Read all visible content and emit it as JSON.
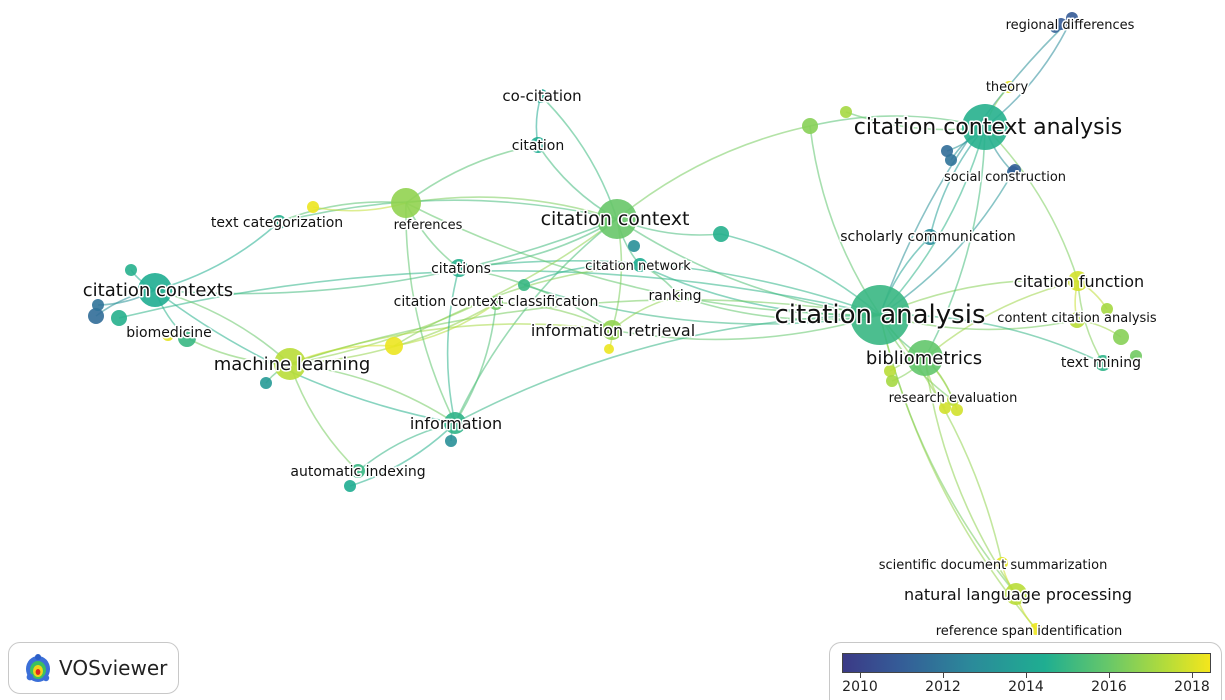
{
  "app_name": "VOSviewer",
  "colors": {
    "overlay_scale": [
      "#3b3a86",
      "#355b97",
      "#2b8a9a",
      "#1fae91",
      "#66c76a",
      "#b4dc3a",
      "#f4e61c"
    ],
    "edge_opacity": 0.55
  },
  "legend": {
    "ticks": [
      "2010",
      "2012",
      "2014",
      "2016",
      "2018"
    ]
  },
  "nodes": [
    {
      "id": "citation-analysis",
      "label": "citation analysis",
      "year": 2014.6
    },
    {
      "id": "citation-context-analysis",
      "label": "citation context analysis",
      "year": 2014.2
    },
    {
      "id": "citation-context",
      "label": "citation context",
      "year": 2015.6
    },
    {
      "id": "citation-contexts",
      "label": "citation contexts",
      "year": 2014.0
    },
    {
      "id": "machine-learning",
      "label": "machine learning",
      "year": 2017.2
    },
    {
      "id": "bibliometrics",
      "label": "bibliometrics",
      "year": 2015.5
    },
    {
      "id": "information-retrieval",
      "label": "information retrieval",
      "year": 2016.4
    },
    {
      "id": "information",
      "label": "information",
      "year": 2014.4
    },
    {
      "id": "citation-function",
      "label": "citation function",
      "year": 2017.8
    },
    {
      "id": "natural-language-processing",
      "label": "natural language processing",
      "year": 2017.2
    },
    {
      "id": "co-citation",
      "label": "co-citation",
      "year": 2013.8
    },
    {
      "id": "citation",
      "label": "citation",
      "year": 2014.0
    },
    {
      "id": "text-categorization",
      "label": "text categorization",
      "year": 2014.2
    },
    {
      "id": "references",
      "label": "references",
      "year": 2016.4
    },
    {
      "id": "citations",
      "label": "citations",
      "year": 2014.2
    },
    {
      "id": "citation-network",
      "label": "citation network",
      "year": 2014.0
    },
    {
      "id": "citation-context-classification",
      "label": "citation context classification",
      "year": 2015.8
    },
    {
      "id": "ranking",
      "label": "ranking",
      "year": 2016.4
    },
    {
      "id": "biomedicine",
      "label": "biomedicine",
      "year": 2014.6
    },
    {
      "id": "automatic-indexing",
      "label": "automatic indexing",
      "year": 2014.6
    },
    {
      "id": "scholarly-communication",
      "label": "scholarly communication",
      "year": 2012.6
    },
    {
      "id": "social-construction",
      "label": "social construction",
      "year": 2011.4
    },
    {
      "id": "regional-differences",
      "label": "regional differences",
      "year": 2011.0
    },
    {
      "id": "theory",
      "label": "theory",
      "year": 2018.2
    },
    {
      "id": "content-citation-analysis",
      "label": "content citation analysis",
      "year": 2017.2
    },
    {
      "id": "text-mining",
      "label": "text mining",
      "year": 2014.4
    },
    {
      "id": "research-evaluation",
      "label": "research evaluation",
      "year": 2017.2
    },
    {
      "id": "scientific-document-summarization",
      "label": "scientific document summarization",
      "year": 2018.2
    },
    {
      "id": "reference-span-identification",
      "label": "reference span identification",
      "year": 2018.4
    },
    {
      "id": "n-cc-a",
      "label": "",
      "year": 2016.2
    },
    {
      "id": "n-cc-b",
      "label": "",
      "year": 2016.8
    },
    {
      "id": "n-tc-yellow",
      "label": "",
      "year": 2018.4
    },
    {
      "id": "n-cctx-teal",
      "label": "",
      "year": 2014.2
    },
    {
      "id": "n-cctx-blue",
      "label": "",
      "year": 2012.8
    },
    {
      "id": "n-cn-b",
      "label": "",
      "year": 2014.6
    },
    {
      "id": "n-ctc-a",
      "label": "",
      "year": 2014.2
    },
    {
      "id": "n-ctc-b",
      "label": "",
      "year": 2011.6
    },
    {
      "id": "n-ctc-c",
      "label": "",
      "year": 2011.8
    },
    {
      "id": "n-ml-yellow",
      "label": "",
      "year": 2018.4
    },
    {
      "id": "n-ml-blue",
      "label": "",
      "year": 2013.2
    },
    {
      "id": "n-ir-yellow",
      "label": "",
      "year": 2018.4
    },
    {
      "id": "n-inf-blue",
      "label": "",
      "year": 2012.8
    },
    {
      "id": "n-ai-b",
      "label": "",
      "year": 2014.0
    },
    {
      "id": "n-cca-a",
      "label": "",
      "year": 2011.6
    },
    {
      "id": "n-cca-b",
      "label": "",
      "year": 2011.8
    },
    {
      "id": "n-sc-a",
      "label": "",
      "year": 2011.2
    },
    {
      "id": "n-rd-a",
      "label": "",
      "year": 2011.0
    },
    {
      "id": "n-rd-b",
      "label": "",
      "year": 2011.2
    },
    {
      "id": "n-re-a",
      "label": "",
      "year": 2017.8
    },
    {
      "id": "n-re-b",
      "label": "",
      "year": 2017.8
    },
    {
      "id": "n-bib-a",
      "label": "",
      "year": 2017.2
    },
    {
      "id": "n-bib-b",
      "label": "",
      "year": 2016.8
    },
    {
      "id": "n-tm-a",
      "label": "",
      "year": 2016.2
    },
    {
      "id": "n-tm-b",
      "label": "",
      "year": 2015.8
    },
    {
      "id": "n-cf-a",
      "label": "",
      "year": 2016.8
    },
    {
      "id": "n-ca-teal",
      "label": "",
      "year": 2014.2
    },
    {
      "id": "n-bio-yellow",
      "label": "",
      "year": 2018.2
    }
  ],
  "edges": [
    [
      "citation-analysis",
      "citation-context-analysis"
    ],
    [
      "citation-analysis",
      "citation-context"
    ],
    [
      "citation-analysis",
      "bibliometrics"
    ],
    [
      "citation-analysis",
      "information-retrieval"
    ],
    [
      "citation-analysis",
      "information"
    ],
    [
      "citation-analysis",
      "citation-function"
    ],
    [
      "citation-analysis",
      "natural-language-processing"
    ],
    [
      "citation-analysis",
      "scholarly-communication"
    ],
    [
      "citation-analysis",
      "social-construction"
    ],
    [
      "citation-analysis",
      "regional-differences"
    ],
    [
      "citation-analysis",
      "content-citation-analysis"
    ],
    [
      "citation-analysis",
      "text-mining"
    ],
    [
      "citation-analysis",
      "research-evaluation"
    ],
    [
      "citation-analysis",
      "scientific-document-summarization"
    ],
    [
      "citation-analysis",
      "reference-span-identification"
    ],
    [
      "citation-analysis",
      "citation-network"
    ],
    [
      "citation-analysis",
      "machine-learning"
    ],
    [
      "citation-analysis",
      "ranking"
    ],
    [
      "citation-analysis",
      "citations"
    ],
    [
      "citation-analysis",
      "n-cn-b"
    ],
    [
      "citation-analysis",
      "n-cctx-teal"
    ],
    [
      "citation-analysis",
      "n-cc-a"
    ],
    [
      "citation-analysis",
      "n-ca-teal"
    ],
    [
      "citation-analysis",
      "references"
    ],
    [
      "citation-context-analysis",
      "n-cc-a"
    ],
    [
      "citation-context-analysis",
      "n-cc-b"
    ],
    [
      "citation-context-analysis",
      "regional-differences"
    ],
    [
      "citation-context-analysis",
      "theory"
    ],
    [
      "citation-context-analysis",
      "social-construction"
    ],
    [
      "citation-context-analysis",
      "citation-function"
    ],
    [
      "citation-context-analysis",
      "scholarly-communication"
    ],
    [
      "citation-context-analysis",
      "bibliometrics"
    ],
    [
      "citation-context",
      "co-citation"
    ],
    [
      "citation-context",
      "citation"
    ],
    [
      "citation-context",
      "references"
    ],
    [
      "citation-context",
      "citations"
    ],
    [
      "citation-context",
      "citation-network"
    ],
    [
      "citation-context",
      "information-retrieval"
    ],
    [
      "citation-context",
      "text-categorization"
    ],
    [
      "citation-context",
      "n-cc-a"
    ],
    [
      "citation-context",
      "n-cctx-teal"
    ],
    [
      "citation-context",
      "machine-learning"
    ],
    [
      "citation-context",
      "information"
    ],
    [
      "citation-context",
      "citation-contexts"
    ],
    [
      "citation-contexts",
      "text-categorization"
    ],
    [
      "citation-contexts",
      "machine-learning"
    ],
    [
      "citation-contexts",
      "biomedicine"
    ],
    [
      "citation-contexts",
      "n-ctc-a"
    ],
    [
      "citation-contexts",
      "n-ctc-b"
    ],
    [
      "citation-contexts",
      "n-ctc-c"
    ],
    [
      "citation-contexts",
      "information"
    ],
    [
      "machine-learning",
      "information"
    ],
    [
      "machine-learning",
      "automatic-indexing"
    ],
    [
      "machine-learning",
      "n-ml-yellow"
    ],
    [
      "machine-learning",
      "n-ml-blue"
    ],
    [
      "machine-learning",
      "biomedicine"
    ],
    [
      "machine-learning",
      "citation-context-classification"
    ],
    [
      "machine-learning",
      "information-retrieval"
    ],
    [
      "n-ml-yellow",
      "citation-context-classification"
    ],
    [
      "n-ml-yellow",
      "citation-network"
    ],
    [
      "information",
      "automatic-indexing"
    ],
    [
      "information",
      "citations"
    ],
    [
      "information",
      "n-inf-blue"
    ],
    [
      "information",
      "references"
    ],
    [
      "information",
      "citation-context-classification"
    ],
    [
      "information",
      "n-ai-b"
    ],
    [
      "information-retrieval",
      "citation-context-classification"
    ],
    [
      "information-retrieval",
      "ranking"
    ],
    [
      "information-retrieval",
      "citations"
    ],
    [
      "information-retrieval",
      "n-ir-yellow"
    ],
    [
      "references",
      "text-categorization"
    ],
    [
      "references",
      "citation"
    ],
    [
      "references",
      "citations"
    ],
    [
      "references",
      "n-tc-yellow"
    ],
    [
      "co-citation",
      "citation"
    ],
    [
      "citation-network",
      "ranking"
    ],
    [
      "citation-network",
      "n-cn-b"
    ],
    [
      "bibliometrics",
      "research-evaluation"
    ],
    [
      "bibliometrics",
      "n-re-a"
    ],
    [
      "bibliometrics",
      "n-re-b"
    ],
    [
      "bibliometrics",
      "n-bib-a"
    ],
    [
      "bibliometrics",
      "n-bib-b"
    ],
    [
      "bibliometrics",
      "natural-language-processing"
    ],
    [
      "bibliometrics",
      "citation-function"
    ],
    [
      "citation-function",
      "content-citation-analysis"
    ],
    [
      "citation-function",
      "n-cf-a"
    ],
    [
      "citation-function",
      "text-mining"
    ],
    [
      "content-citation-analysis",
      "n-tm-a"
    ],
    [
      "text-mining",
      "n-tm-b"
    ],
    [
      "natural-language-processing",
      "scientific-document-summarization"
    ],
    [
      "natural-language-processing",
      "reference-span-identification"
    ],
    [
      "social-construction",
      "n-sc-a"
    ],
    [
      "regional-differences",
      "n-rd-a"
    ],
    [
      "regional-differences",
      "n-rd-b"
    ],
    [
      "n-cca-a",
      "citation-context-analysis"
    ],
    [
      "n-cca-b",
      "citation-context-analysis"
    ],
    [
      "n-bio-yellow",
      "biomedicine"
    ]
  ]
}
